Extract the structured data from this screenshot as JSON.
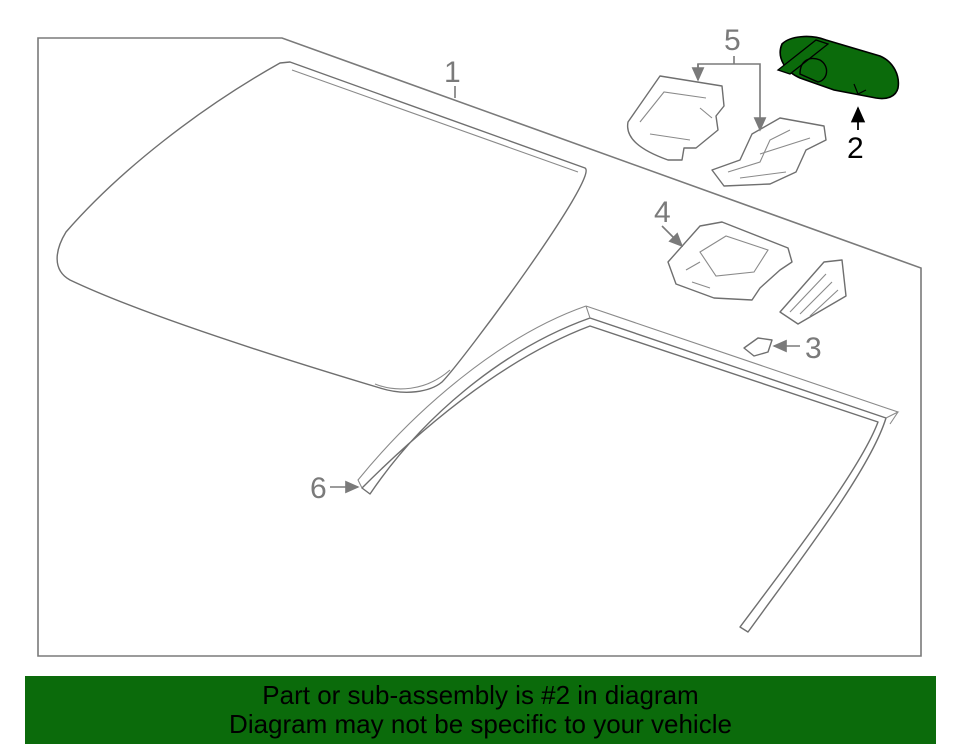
{
  "diagram": {
    "callouts": {
      "c1": "1",
      "c2": "2",
      "c3": "3",
      "c4": "4",
      "c5": "5",
      "c6": "6"
    },
    "highlighted_part": "2",
    "highlight_color": "#0b6b0b",
    "line_color": "#6f6f6f"
  },
  "banner": {
    "line1": "Part or sub-assembly is #2 in diagram",
    "line2": "Diagram may not be specific to your vehicle",
    "background": "#0b6b0b"
  }
}
